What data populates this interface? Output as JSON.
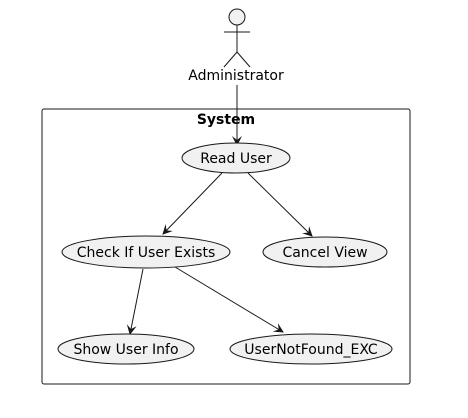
{
  "actor": {
    "name": "Administrator"
  },
  "system": {
    "title": "System"
  },
  "use_cases": {
    "read_user": "Read User",
    "check_user_exists": "Check If User Exists",
    "cancel_view": "Cancel View",
    "show_user_info": "Show User Info",
    "user_not_found": "UserNotFound_EXC"
  },
  "colors": {
    "usecase_fill": "#F1F1F1",
    "actor_fill": "#F1F1F1",
    "stroke": "#181818",
    "arrow": "#181818",
    "background": "#FFFFFF"
  }
}
